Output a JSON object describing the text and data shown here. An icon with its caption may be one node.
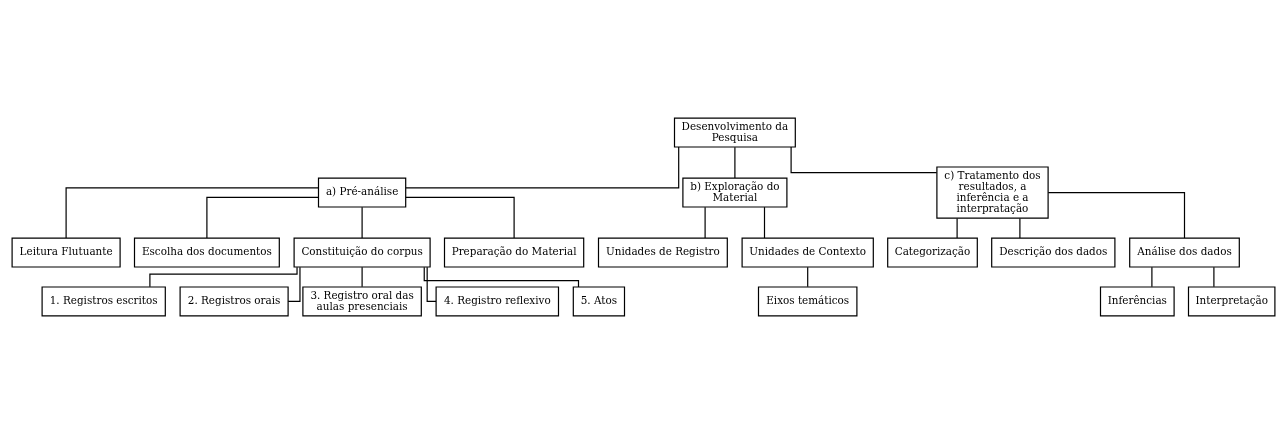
{
  "diagram": {
    "nodes": [
      {
        "text": [
          "Desenvolvimento da Pesquisa"
        ]
      },
      {
        "text": [
          "a) Pré-análise"
        ]
      },
      {
        "text": [
          "b) Exploração do Material"
        ]
      },
      {
        "text": [
          "c) Tratamento dos resultados, a inferência e a interpratação"
        ]
      },
      {
        "text": [
          "Leitura Flutuante"
        ]
      },
      {
        "text": [
          "Escolha dos documentos"
        ]
      },
      {
        "text": [
          "Constituição do corpus"
        ]
      },
      {
        "text": [
          "Preparação do Material"
        ]
      },
      {
        "text": [
          "1. Registros escritos"
        ]
      },
      {
        "text": [
          "2. Registros orais"
        ]
      },
      {
        "text": [
          "3. Registro oral das aulas presenciais"
        ]
      },
      {
        "text": [
          "4. Registro reflexivo"
        ]
      },
      {
        "text": [
          "5. Atos"
        ]
      },
      {
        "text": [
          "Unidades de Registro"
        ]
      },
      {
        "text": [
          "Unidades de Contexto"
        ]
      },
      {
        "text": [
          "Eixos temáticos"
        ]
      },
      {
        "text": [
          "Categorização"
        ]
      },
      {
        "text": [
          "Descrição dos dados"
        ]
      },
      {
        "text": [
          "Análise dos dados"
        ]
      },
      {
        "text": [
          "Inferências"
        ]
      },
      {
        "text": [
          "Interpretação"
        ]
      }
    ],
    "edges": [
      {
        "from": 0,
        "to": 1,
        "arrow": "none"
      },
      {
        "from": 0,
        "to": 2,
        "arrow": "none"
      },
      {
        "from": 0,
        "to": 3,
        "arrow": "none"
      },
      {
        "from": 1,
        "to": 4,
        "arrow": "none"
      },
      {
        "from": 1,
        "to": 5,
        "arrow": "none"
      },
      {
        "from": 1,
        "to": 6,
        "arrow": "none"
      },
      {
        "from": 1,
        "to": 7,
        "arrow": "none"
      },
      {
        "from": 6,
        "to": 8,
        "arrow": "none"
      },
      {
        "from": 6,
        "to": 9,
        "arrow": "none"
      },
      {
        "from": 6,
        "to": 10,
        "arrow": "none"
      },
      {
        "from": 6,
        "to": 11,
        "arrow": "none"
      },
      {
        "from": 6,
        "to": 12,
        "arrow": "none"
      },
      {
        "from": 2,
        "to": 13,
        "arrow": "none"
      },
      {
        "from": 2,
        "to": 14,
        "arrow": "none"
      },
      {
        "from": 14,
        "to": 15,
        "arrow": "none"
      },
      {
        "from": 3,
        "to": 16,
        "arrow": "none"
      },
      {
        "from": 3,
        "to": 17,
        "arrow": "none"
      },
      {
        "from": 3,
        "to": 18,
        "arrow": "none"
      },
      {
        "from": 18,
        "to": 19,
        "arrow": "none"
      },
      {
        "from": 18,
        "to": 20,
        "arrow": "none"
      }
    ]
  }
}
